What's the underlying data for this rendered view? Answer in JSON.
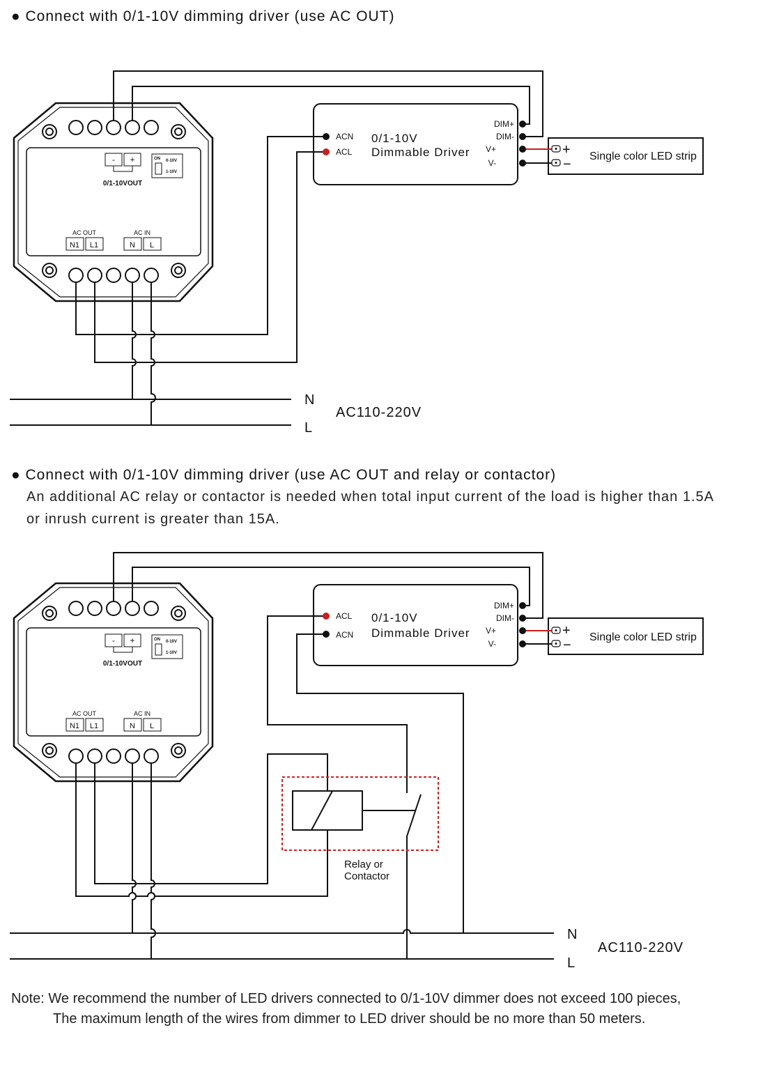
{
  "section1": {
    "title": "● Connect with 0/1-10V dimming driver (use AC OUT)"
  },
  "section2": {
    "title": "● Connect with 0/1-10V dimming driver (use AC OUT and relay or contactor)",
    "desc_line1": "An additional AC relay or contactor is needed when total input current of the load is higher than 1.5A",
    "desc_line2": "or inrush current is greater than 15A."
  },
  "dimmer": {
    "minus": "-",
    "plus": "+",
    "output_label": "0/1-10VOUT",
    "switch_on": "ON",
    "switch_opt1": "0-10V",
    "switch_opt2": "1-10V",
    "ac_out_label": "AC OUT",
    "ac_in_label": "AC IN",
    "n1": "N1",
    "l1": "L1",
    "n": "N",
    "l": "L"
  },
  "driver": {
    "name_line1": "0/1-10V",
    "name_line2": "Dimmable Driver",
    "acn": "ACN",
    "acl": "ACL",
    "dim_plus": "DIM+",
    "dim_minus": "DIM-",
    "v_plus": "V+",
    "v_minus": "V-"
  },
  "led_strip": {
    "label": "Single color LED strip",
    "plus": "+",
    "minus": "−"
  },
  "mains": {
    "n": "N",
    "l": "L",
    "voltage": "AC110-220V"
  },
  "relay": {
    "line1": "Relay or",
    "line2": "Contactor"
  },
  "note": {
    "label": "Note:",
    "line1": "We recommend the number of LED drivers connected to 0/1-10V dimmer does not exceed 100 pieces,",
    "line2": "The maximum length of the wires from dimmer to LED driver should be no more than 50 meters."
  },
  "colors": {
    "wire": "#111111",
    "live_wire": "#cc1f1f",
    "relay_box": "#cc1f1f"
  }
}
